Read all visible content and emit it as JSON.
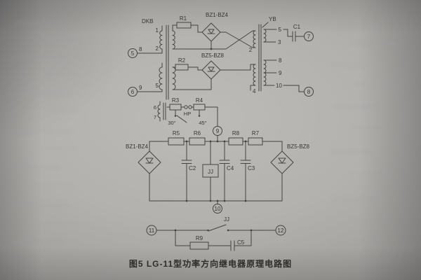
{
  "caption": "图5 LG-11型功率方向继电器原理电路图",
  "terminals": {
    "t5": "5",
    "t6": "6",
    "t7": "7",
    "t8": "8",
    "t9": "9",
    "t10": "10",
    "t11": "11",
    "t12": "12"
  },
  "top_section": {
    "input_transformer": "DKB",
    "output_transformer": "YB",
    "bridge1": "BZ1-BZ4",
    "bridge2": "BZ5-BZ8",
    "r1": "R1",
    "r2": "R2",
    "r3": "R3",
    "r4": "R4",
    "c1": "C1",
    "test_jack": "HP",
    "angle_30": "30°",
    "angle_45": "45°",
    "taps": {
      "n1": "1",
      "n2": "2",
      "n5": "5",
      "n6": "6",
      "n7": "7",
      "n8": "8",
      "n9": "9"
    },
    "yb_taps": {
      "n2": "2",
      "n3": "3",
      "n4": "4",
      "n5": "5",
      "n8": "8",
      "n9": "9",
      "n10": "10"
    }
  },
  "middle_section": {
    "r5": "R5",
    "r6": "R6",
    "r7": "R7",
    "r8": "R8",
    "bridge1": "BZ1-BZ4",
    "bridge2": "BZ5-BZ8",
    "c2": "C2",
    "c3": "C3",
    "c4": "C4",
    "relay": "JJ"
  },
  "bottom_section": {
    "contact": "JJ",
    "r9": "R9",
    "c5": "C5"
  }
}
